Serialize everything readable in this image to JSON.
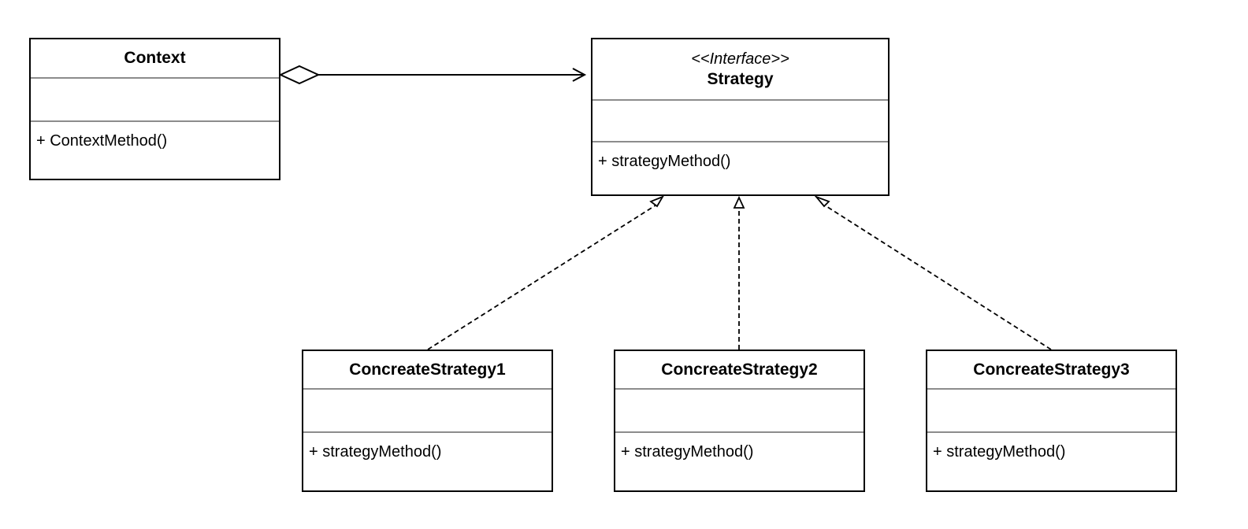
{
  "diagram": {
    "classes": [
      {
        "id": "context",
        "name": "Context",
        "stereotype": "",
        "operations": [
          "+ ContextMethod()"
        ]
      },
      {
        "id": "strategy",
        "name": "Strategy",
        "stereotype": "<<Interface>>",
        "operations": [
          "+ strategyMethod()"
        ]
      },
      {
        "id": "concrete-1",
        "name": "ConcreateStrategy1",
        "stereotype": "",
        "operations": [
          "+ strategyMethod()"
        ]
      },
      {
        "id": "concrete-2",
        "name": "ConcreateStrategy2",
        "stereotype": "",
        "operations": [
          "+ strategyMethod()"
        ]
      },
      {
        "id": "concrete-3",
        "name": "ConcreateStrategy3",
        "stereotype": "",
        "operations": [
          "+ strategyMethod()"
        ]
      }
    ],
    "relationships": [
      {
        "type": "aggregation",
        "from": "Context",
        "to": "Strategy"
      },
      {
        "type": "realization",
        "from": "ConcreateStrategy1",
        "to": "Strategy"
      },
      {
        "type": "realization",
        "from": "ConcreateStrategy2",
        "to": "Strategy"
      },
      {
        "type": "realization",
        "from": "ConcreateStrategy3",
        "to": "Strategy"
      }
    ],
    "colors": {
      "line": "#000000",
      "divider": "#8c8c8c",
      "background": "#ffffff"
    }
  }
}
